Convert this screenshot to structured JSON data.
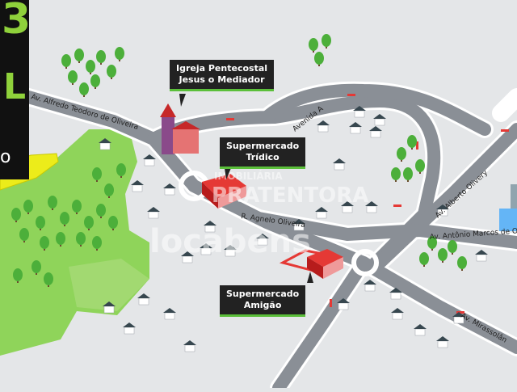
{
  "map": {
    "colors": {
      "background": "#e4e6e8",
      "park": "#8fd45a",
      "park_light": "#a9dc7a",
      "road": "#8a8f96",
      "road_edge": "#ffffff",
      "tree": "#4caf3a",
      "callout_bg": "#222222",
      "callout_accent": "#5bbf3a",
      "highlight_yellow": "#ecec1a",
      "traffic_arrow": "#e53935"
    },
    "landmarks": {
      "church": {
        "lines": [
          "Igreja Pentecostal",
          "Jesus o Mediador"
        ],
        "icon": "church-icon"
      },
      "tridico": {
        "lines": [
          "Supermercado",
          "Trídico"
        ],
        "icon": "supermarket-icon"
      },
      "amigao": {
        "lines": [
          "Supermercado",
          "Amigão"
        ],
        "icon": "supermarket-icon"
      }
    },
    "streets": {
      "alfredo": "Av. Alfredo Teodoro de Oliveira",
      "avenida_a": "Avenida A",
      "alberto": "Av. Alberto Olivery",
      "agnelo": "R. Agnelo Oliveira",
      "antonio": "Av. Antônio Marcos de Ol",
      "mirassolandia": "Av. Mirassolân"
    },
    "watermark": {
      "line1": "IMOBILIÁRIA",
      "line2": "PRATENTORA",
      "line3": "locabens"
    },
    "corner_panel": {
      "glyph_top": "3",
      "glyph_mid": "L",
      "glyph_bottom": "o"
    }
  }
}
